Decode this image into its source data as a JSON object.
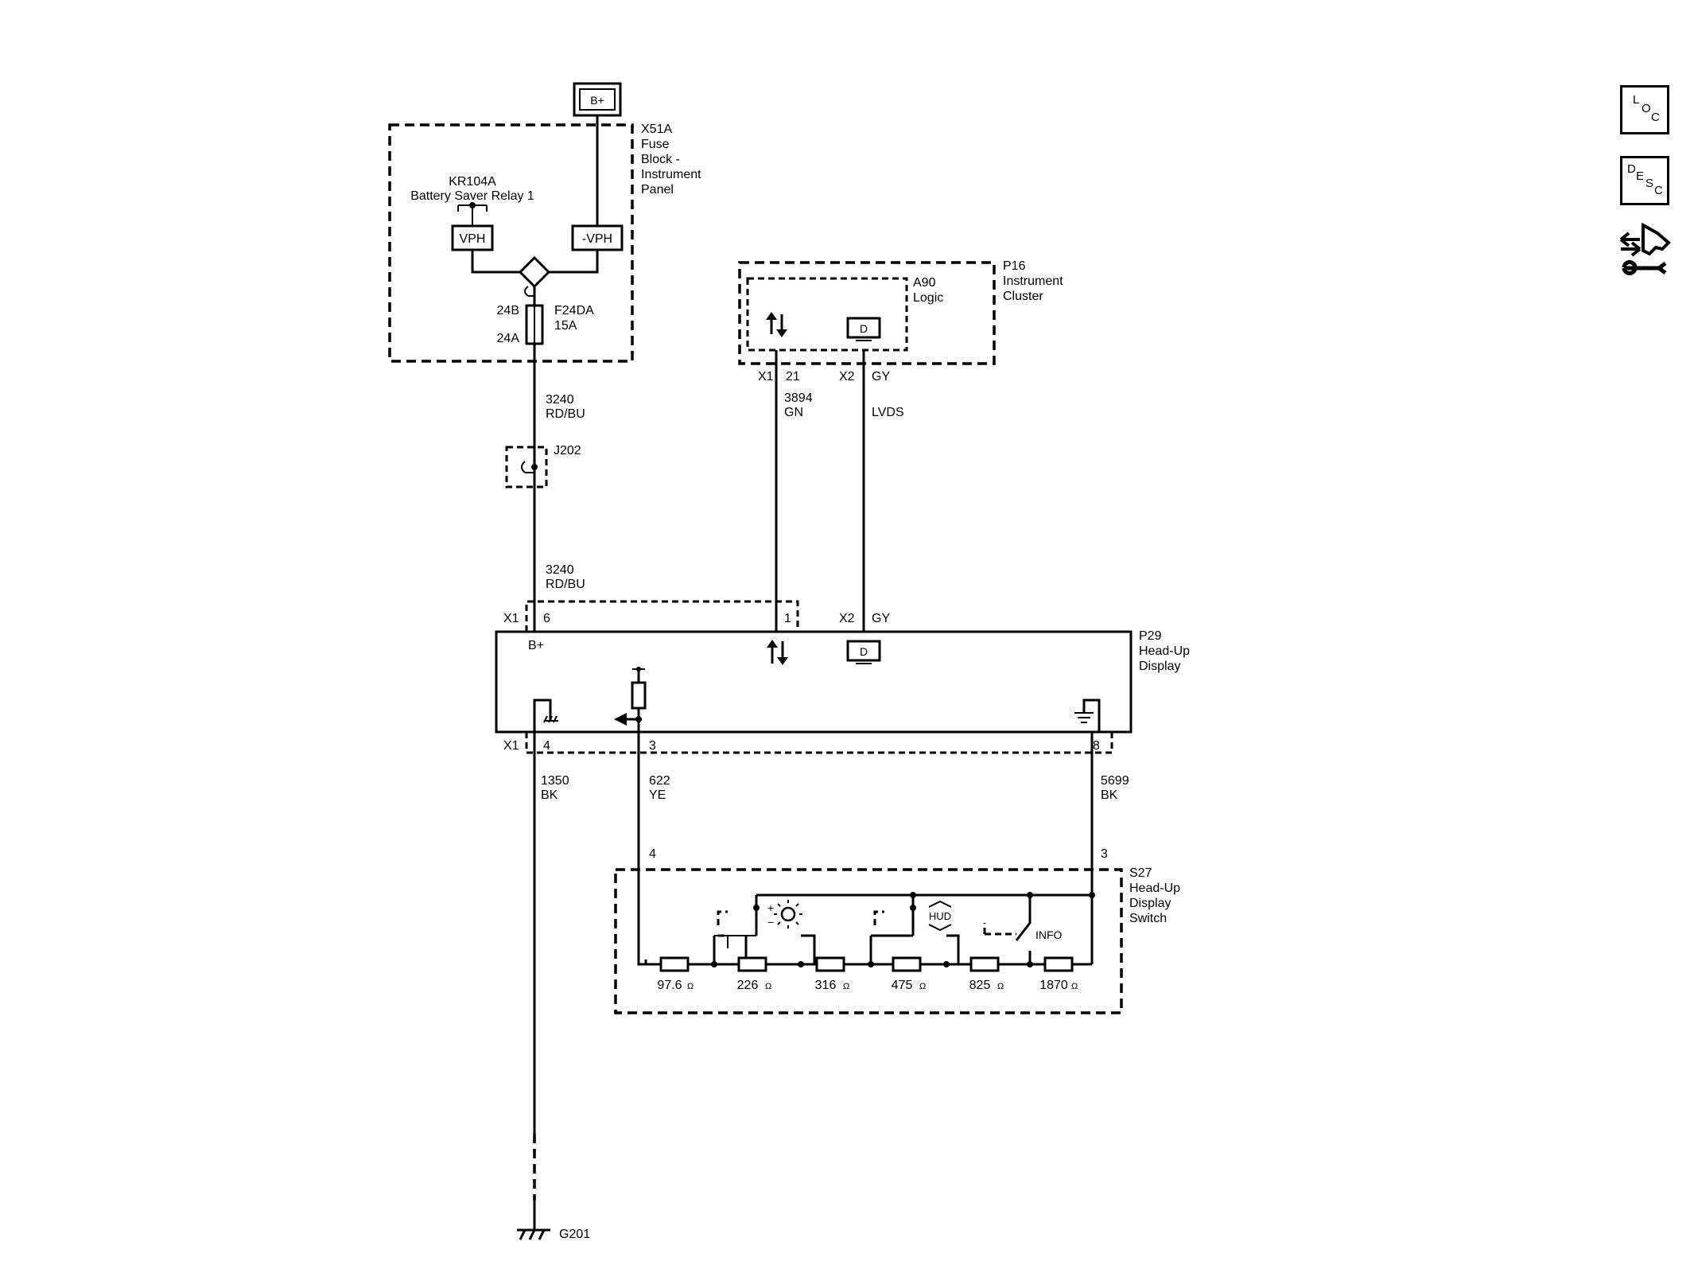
{
  "side_buttons": {
    "loc": [
      "L",
      "O",
      "C"
    ],
    "desc": [
      "D",
      "E",
      "S",
      "C"
    ]
  },
  "power": {
    "label": "B+"
  },
  "fuse_block": {
    "name_lines": [
      "X51A",
      "Fuse",
      "Block -",
      "Instrument",
      "Panel"
    ],
    "relay_name": "KR104A",
    "relay_desc": "Battery Saver Relay 1",
    "vph": "VPH",
    "neg_vph": "-VPH",
    "pin_24b": "24B",
    "pin_24a": "24A",
    "fuse_name": "F24DA",
    "fuse_rating": "15A"
  },
  "wire_3240_top": {
    "circuit": "3240",
    "color": "RD/BU"
  },
  "splice": {
    "name": "J202"
  },
  "wire_3240_bottom": {
    "circuit": "3240",
    "color": "RD/BU"
  },
  "cluster": {
    "name_lines": [
      "P16",
      "Instrument",
      "Cluster"
    ],
    "logic_lines": [
      "A90",
      "Logic"
    ],
    "display_glyph": "D",
    "x1": "X1",
    "x1_pin": "21",
    "x2": "X2",
    "x2_pin": "GY"
  },
  "wire_3894": {
    "circuit": "3894",
    "color": "GN"
  },
  "wire_lvds": {
    "label": "LVDS"
  },
  "hud": {
    "name_lines": [
      "P29",
      "Head-Up",
      "Display"
    ],
    "top_x1": "X1",
    "pin6": "6",
    "pin1": "1",
    "top_x2": "X2",
    "top_gy": "GY",
    "bplus": "B+",
    "display_glyph": "D",
    "bottom_x1": "X1",
    "pin4": "4",
    "pin3": "3",
    "pin8": "8"
  },
  "wire_1350": {
    "circuit": "1350",
    "color": "BK"
  },
  "wire_622": {
    "circuit": "622",
    "color": "YE"
  },
  "wire_5699": {
    "circuit": "5699",
    "color": "BK"
  },
  "switch": {
    "name_lines": [
      "S27",
      "Head-Up",
      "Display",
      "Switch"
    ],
    "pin4": "4",
    "pin3": "3",
    "hud_icon": "HUD",
    "info": "INFO",
    "resistors": [
      "97.6",
      "226",
      "316",
      "475",
      "825",
      "1870"
    ],
    "ohm_symbol": "Ω"
  },
  "ground": {
    "name": "G201"
  }
}
